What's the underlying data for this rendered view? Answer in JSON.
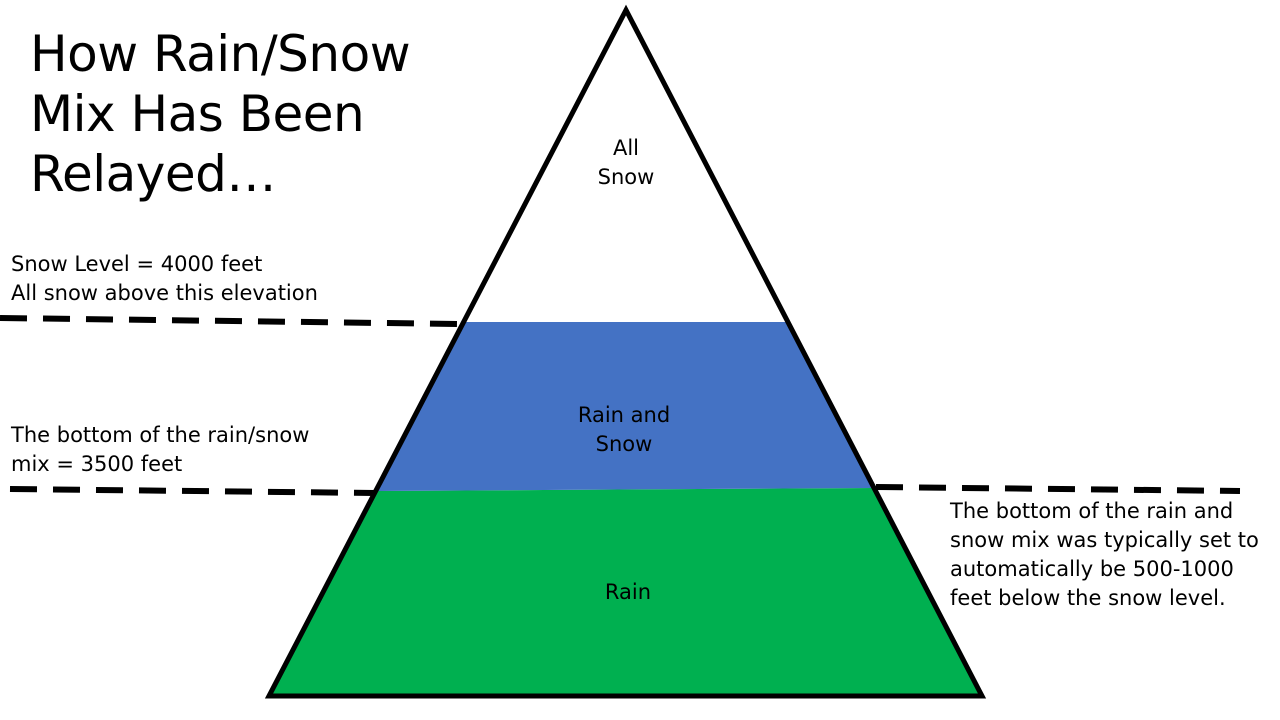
{
  "title_lines": [
    "How Rain/Snow",
    "Mix Has Been",
    "Relayed…"
  ],
  "layers": {
    "top": {
      "lines": [
        "All",
        "Snow"
      ],
      "color": "#ffffff"
    },
    "middle": {
      "lines": [
        "Rain and",
        "Snow"
      ],
      "color": "#4472c4"
    },
    "bottom": {
      "lines": [
        "Rain"
      ],
      "color": "#00b050"
    }
  },
  "notes": {
    "snow_level": {
      "lines": [
        "Snow Level = 4000 feet",
        "All snow above this elevation"
      ]
    },
    "mix_bottom": {
      "lines": [
        "The bottom of the rain/snow",
        "mix = 3500 feet"
      ]
    },
    "typical": {
      "lines": [
        "The bottom of the rain and",
        "snow mix was typically set to",
        "automatically be 500-1000",
        "feet below the snow level."
      ]
    }
  },
  "colors": {
    "outline": "#000000",
    "dash": "#000000"
  }
}
